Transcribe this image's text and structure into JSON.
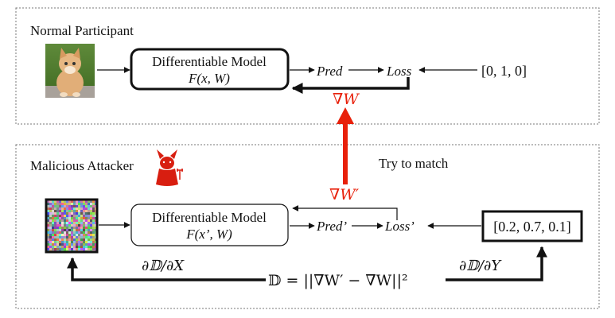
{
  "normal": {
    "title": "Normal Participant",
    "model_line1": "Differentiable Model",
    "model_line2": "F(x, W)",
    "pred": "Pred",
    "loss": "Loss",
    "label": "[0, 1, 0]",
    "grad": "∇W"
  },
  "malicious": {
    "title": "Malicious Attacker",
    "model_line1": "Differentiable Model",
    "model_line2": "F(x’, W)",
    "pred": "Pred’",
    "loss": "Loss’",
    "label": "[0.2, 0.7, 0.1]",
    "grad": "∇W′",
    "dd_dx": "∂𝔻/∂X",
    "dd_dy": "∂𝔻/∂Y",
    "distance": "𝔻 = ||∇W′ − ∇W||²"
  },
  "match_label": "Try to match",
  "colors": {
    "gradient_red": "#e8200a",
    "text": "#111111",
    "border": "#777777",
    "devil": "#d81e10"
  },
  "icons": {
    "cat": "cat-photo-icon",
    "noise": "noise-image-icon",
    "devil": "devil-icon"
  }
}
